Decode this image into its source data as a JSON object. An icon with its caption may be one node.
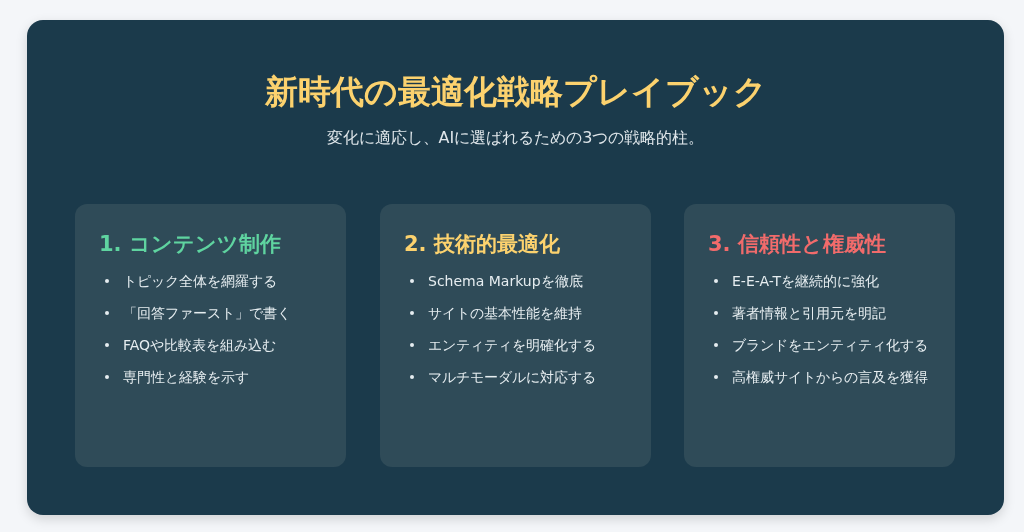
{
  "diagram": {
    "title": "新時代の最適化戦略プレイブック",
    "nodes": [
      {
        "text": [
          "1. コンテンツ制作",
          "トピック全体を網羅する",
          "「回答ファースト」で書く",
          "FAQや比較表を組み込む",
          "専門性と経験を示す"
        ]
      },
      {
        "text": [
          "2. 技術的最適化",
          "Schema Markupを徹底",
          "サイトの基本性能を維持",
          "エンティティを明確化する",
          "マルチモーダルに対応する"
        ]
      },
      {
        "text": [
          "3. 信頼性と権威性",
          "E-E-A-Tを継続的に強化",
          "著者情報と引用元を明記",
          "ブランドをエンティティ化する",
          "高権威サイトからの言及を獲得"
        ]
      }
    ],
    "edges": [],
    "labels": [
      "変化に適応し、AIに選ばれるための3つの戦略的柱。"
    ]
  }
}
